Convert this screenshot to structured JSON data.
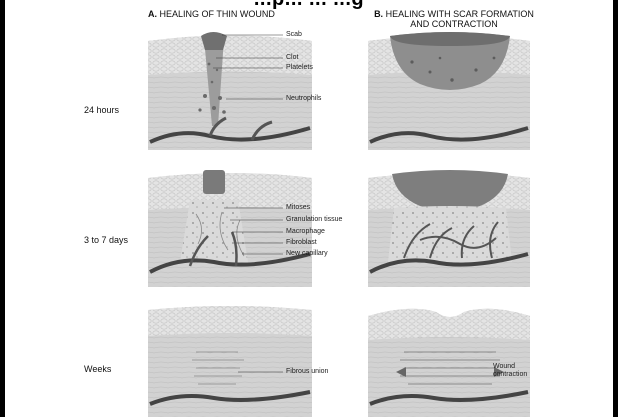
{
  "title": "...p... ... ...g",
  "panels": {
    "a": {
      "letter": "A.",
      "heading": "HEALING OF THIN WOUND"
    },
    "b": {
      "letter": "B.",
      "heading_line1": "HEALING WITH SCAR FORMATION",
      "heading_line2": "AND CONTRACTION"
    }
  },
  "rows": [
    "24 hours",
    "3 to 7 days",
    "Weeks"
  ],
  "callouts": {
    "scab": "Scab",
    "clot": "Clot",
    "platelets": "Platelets",
    "neutrophils": "Neutrophils",
    "mitoses": "Mitoses",
    "granulation": "Granulation tissue",
    "macrophage": "Macrophage",
    "fibroblast": "Fibroblast",
    "capillary": "New capillary",
    "fibrous_union": "Fibrous union",
    "wound_contraction_1": "Wound",
    "wound_contraction_2": "contraction"
  },
  "colors": {
    "epidermis": "#e6e6e6",
    "dermis": "#cfcfcf",
    "clot": "#8a8a8a",
    "vessel": "#4a4a4a",
    "border": "#000000"
  }
}
